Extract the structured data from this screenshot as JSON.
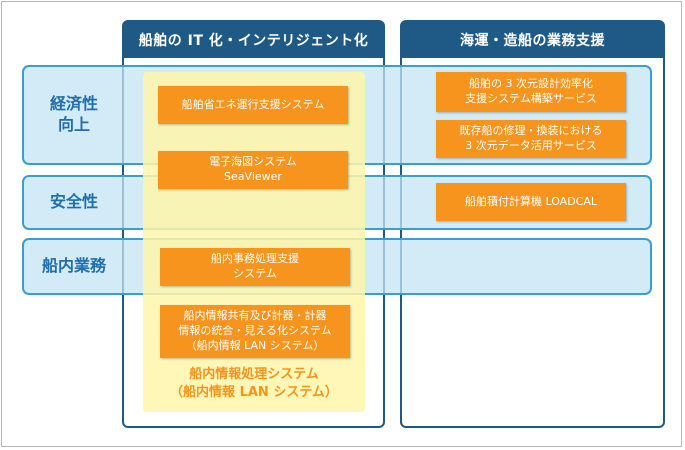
{
  "columns": {
    "left_title": "船舶の IT 化・インテリジェント化",
    "right_title": "海運・造船の業務支援"
  },
  "rows": {
    "economy": "経済性\n向上",
    "safety": "安全性",
    "onboard": "船内業務"
  },
  "boxes": {
    "energy": "船舶省エネ運行支援システム",
    "chart": "電子海図システム\nSeaViewer",
    "office": "船内事務処理支援\nシステム",
    "info": "船内情報共有及び計器・計器\n情報の統合・見える化システム\n（船内情報 LAN システム）",
    "cad3d": "船舶の 3 次元設計効率化\n支援システム構築サービス",
    "repair": "既存船の修理・換装における\n3 次元データ活用サービス",
    "loadcal": "船舶積付計算機 LOADCAL"
  },
  "yellow_label": "船内情報処理システム\n（船内情報 LAN システム）",
  "colors": {
    "navy": "#1f5a87",
    "row_border": "#3a9fd0",
    "row_fill": "#c3e4f3",
    "orange": "#f7941d",
    "yellow": "#fff6aa"
  }
}
